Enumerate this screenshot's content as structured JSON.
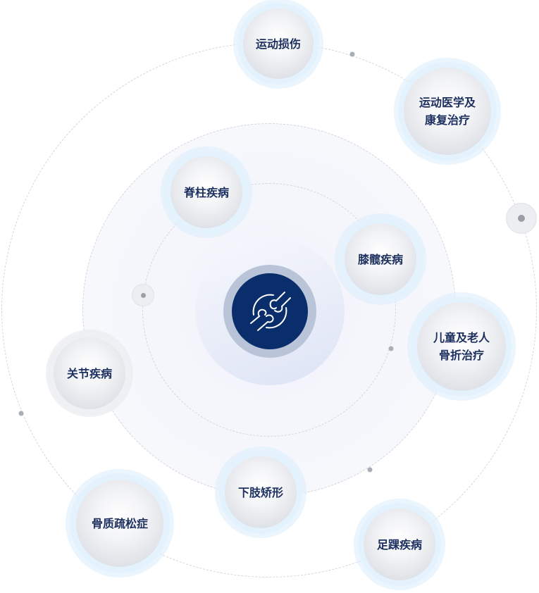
{
  "center": {
    "icon": "joint-bones-icon",
    "color": "#0a2d6b"
  },
  "nodes": [
    {
      "label": "运动损伤"
    },
    {
      "label": "运动医学及康复治疗",
      "line1": "运动医学及",
      "line2": "康复治疗"
    },
    {
      "label": "脊柱疾病"
    },
    {
      "label": "膝髋疾病"
    },
    {
      "label": "儿童及老人骨折治疗",
      "line1": "儿童及老人",
      "line2": "骨折治疗"
    },
    {
      "label": "关节疾病"
    },
    {
      "label": "下肢矫形"
    },
    {
      "label": "骨质疏松症"
    },
    {
      "label": "足踝疾病"
    }
  ]
}
